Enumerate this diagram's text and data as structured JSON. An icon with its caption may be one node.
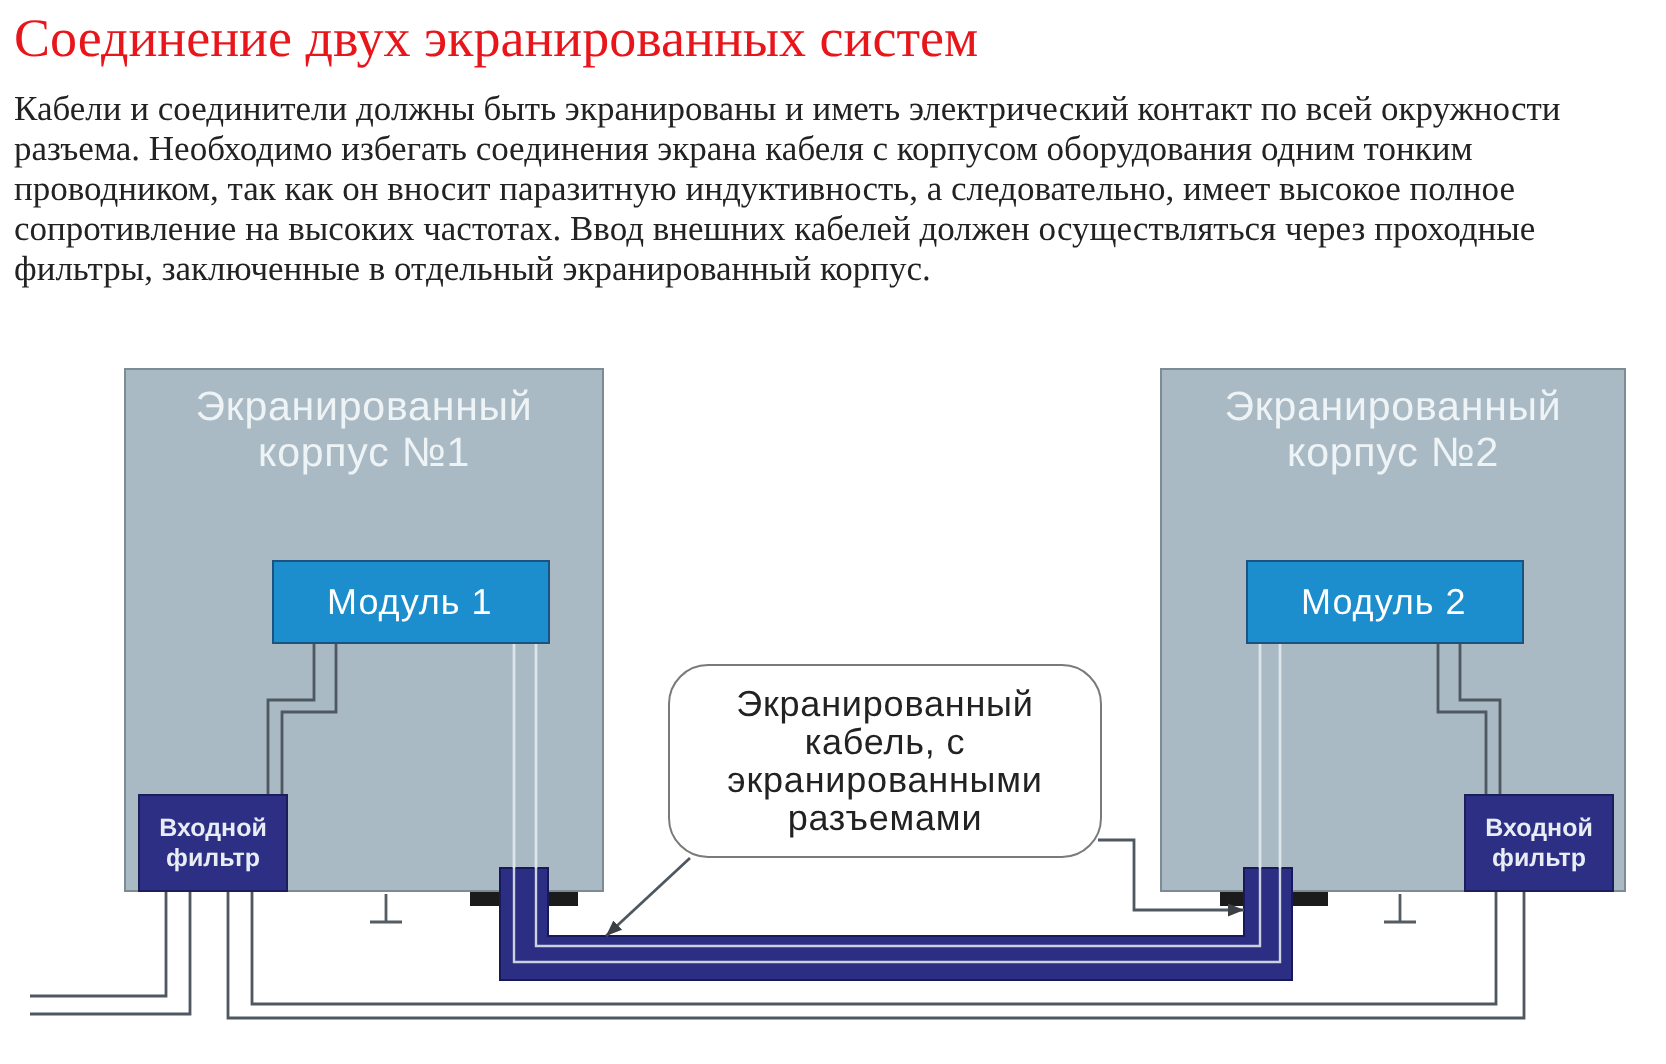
{
  "diagram": {
    "title": "Соединение двух экранированных систем",
    "nodes": [
      {
        "text": [
          "Экранированный корпус №1"
        ]
      },
      {
        "text": [
          "Модуль 1"
        ],
        "in": 0
      },
      {
        "text": [
          "Входной фильтр"
        ],
        "in": 0
      },
      {
        "text": [
          "Экранированный корпус №2"
        ]
      },
      {
        "text": [
          "Модуль 2"
        ],
        "in": 3
      },
      {
        "text": [
          "Входной фильтр"
        ],
        "in": 3
      },
      {
        "text": [
          "Экранированный кабель, с экранированными разъемами"
        ]
      },
      {
        "text": [],
        "shape": "cable"
      }
    ],
    "edges": [
      {
        "from": 1,
        "to": 2,
        "arrow": "none"
      },
      {
        "from": 1,
        "to": 2,
        "arrow": "none"
      },
      {
        "from": 4,
        "to": 5,
        "arrow": "none"
      },
      {
        "from": 4,
        "to": 5,
        "arrow": "none"
      },
      {
        "from": 1,
        "to": 7,
        "arrow": "none",
        "color": "#dde4ea"
      },
      {
        "from": 1,
        "to": 7,
        "arrow": "none",
        "color": "#dde4ea"
      },
      {
        "from": 7,
        "to": 4,
        "arrow": "none",
        "color": "#dde4ea"
      },
      {
        "from": 7,
        "to": 4,
        "arrow": "none",
        "color": "#dde4ea"
      },
      {
        "from": 2,
        "to": 5,
        "arrow": "none"
      },
      {
        "from": 2,
        "to": 5,
        "arrow": "none"
      },
      {
        "from": 2,
        "to": null,
        "arrow": "none"
      },
      {
        "from": 2,
        "to": null,
        "arrow": "none"
      },
      {
        "from": 6,
        "to": 7,
        "arrow": "to"
      },
      {
        "from": 6,
        "to": 7,
        "arrow": "to"
      }
    ],
    "labels": [
      "Кабели и соединители должны быть экранированы и иметь электрический контакт по всей окружности разъема. Необходимо избегать соединения экрана кабеля с корпусом оборудования одним тонким проводником, так как он вносит паразитную индуктивность, а следовательно, имеет высокое полное сопротивление на высоких частотах. Ввод внешних кабелей должен осуществляться через проходные фильтры, заключенные в отдельный экранированный корпус."
    ]
  }
}
